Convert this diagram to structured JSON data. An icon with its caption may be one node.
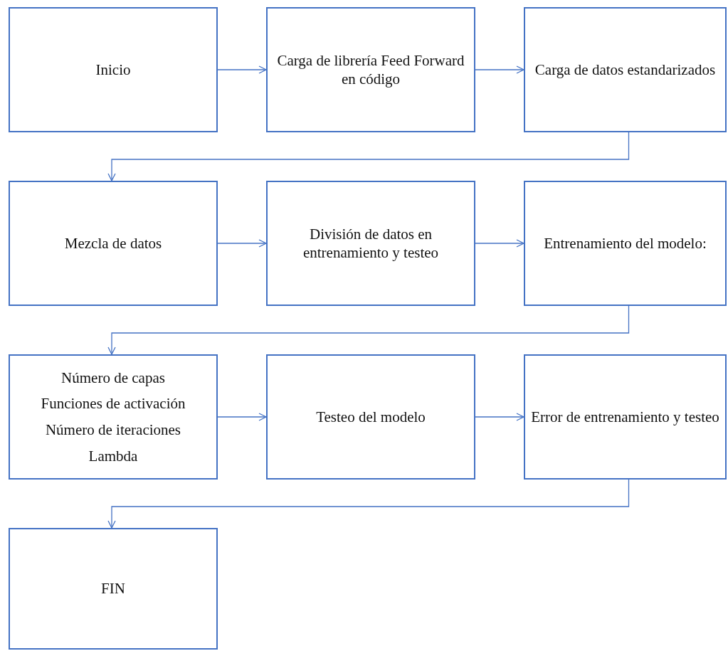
{
  "diagram": {
    "nodes": [
      {
        "text": [
          "Inicio"
        ]
      },
      {
        "text": [
          "Carga de librería Feed Forward en código"
        ]
      },
      {
        "text": [
          "Carga de datos estandarizados"
        ]
      },
      {
        "text": [
          "Mezcla de datos"
        ]
      },
      {
        "text": [
          "División de datos en entrenamiento y testeo"
        ]
      },
      {
        "text": [
          "Entrenamiento del modelo:"
        ]
      },
      {
        "text": [
          "Número de capas",
          "Funciones de activación",
          "Número de iteraciones",
          "Lambda"
        ]
      },
      {
        "text": [
          "Testeo del modelo"
        ]
      },
      {
        "text": [
          "Error de entrenamiento y testeo"
        ]
      },
      {
        "text": [
          "FIN"
        ]
      }
    ],
    "edges": [
      {
        "from": 0,
        "to": 1,
        "arrow": "to"
      },
      {
        "from": 1,
        "to": 2,
        "arrow": "to"
      },
      {
        "from": 2,
        "to": 3,
        "arrow": "to"
      },
      {
        "from": 3,
        "to": 4,
        "arrow": "to"
      },
      {
        "from": 4,
        "to": 5,
        "arrow": "to"
      },
      {
        "from": 5,
        "to": 6,
        "arrow": "to"
      },
      {
        "from": 6,
        "to": 7,
        "arrow": "to"
      },
      {
        "from": 7,
        "to": 8,
        "arrow": "to"
      },
      {
        "from": 8,
        "to": 9,
        "arrow": "to"
      }
    ]
  }
}
